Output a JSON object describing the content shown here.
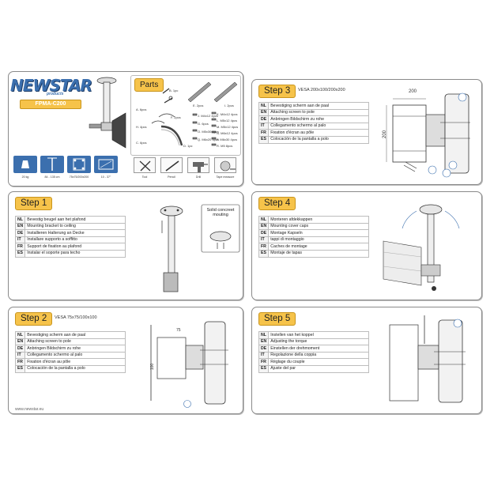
{
  "brand": {
    "name": "NEWSTAR",
    "tagline": "products",
    "model": "FPMA-C200",
    "website": "www.newstar.eu",
    "accent": "#f6c34a",
    "blue": "#3b6fae"
  },
  "specs": [
    {
      "icon": "weight-icon",
      "label": "20 kg"
    },
    {
      "icon": "height-range-icon",
      "label": "84 - 135 cm"
    },
    {
      "icon": "vesa-pattern-icon",
      "label": "75x75/200x200"
    },
    {
      "icon": "screen-size-icon",
      "label": "10 - 37\""
    }
  ],
  "tools": [
    {
      "icon": "tape-icon",
      "label": "Tool"
    },
    {
      "icon": "pencil-icon",
      "label": "Pencil"
    },
    {
      "icon": "drill-icon",
      "label": "Drill"
    },
    {
      "icon": "tape-measure-icon",
      "label": "Tape measure"
    }
  ],
  "parts": {
    "title": "Parts",
    "items": [
      {
        "id": "A",
        "label": "A. 6pcs"
      },
      {
        "id": "B",
        "label": "B. 1pc"
      },
      {
        "id": "C",
        "label": "C. 6pcs"
      },
      {
        "id": "D",
        "label": "D. 1pc"
      },
      {
        "id": "E",
        "label": "E. 2pcs"
      },
      {
        "id": "F",
        "label": "F. 2pcs"
      },
      {
        "id": "G",
        "label": "G. 6pcs"
      },
      {
        "id": "H",
        "label": "H. 4pcs"
      },
      {
        "id": "I",
        "label": "I. 2pcs"
      },
      {
        "id": "J",
        "label": "J. M4x12 4pcs"
      },
      {
        "id": "K",
        "label": "K. M4x12 4pcs"
      },
      {
        "id": "L",
        "label": "L. M5x12 4pcs"
      },
      {
        "id": "M",
        "label": "M. M5x12 4pcs"
      },
      {
        "id": "N",
        "label": "N. M6x12 4pcs"
      },
      {
        "id": "O",
        "label": "O. M5x30 4pcs"
      },
      {
        "id": "P",
        "label": "P. M6x30 4pcs"
      },
      {
        "id": "Q",
        "label": "Q. M6x20 4pcs"
      },
      {
        "id": "R",
        "label": "R. M5 8pcs"
      }
    ]
  },
  "step1": {
    "title": "Step 1",
    "callout": "Solid concreet mouting",
    "rows": [
      {
        "code": "NL",
        "text": "Bevestig beugel aan het plafond"
      },
      {
        "code": "EN",
        "text": "Mounting bracket to ceiling"
      },
      {
        "code": "DE",
        "text": "Installieren Halterung an Decke"
      },
      {
        "code": "IT",
        "text": "Installare supporto a soffitto"
      },
      {
        "code": "FR",
        "text": "Support de fixation au plafond"
      },
      {
        "code": "ES",
        "text": "Instalar el soporte para techo"
      }
    ]
  },
  "step2": {
    "title": "Step 2",
    "vesa": "VESA 75x75/100x100",
    "dims": [
      "75",
      "100"
    ],
    "rows": [
      {
        "code": "NL",
        "text": "Bevestiging scherm aan de paal"
      },
      {
        "code": "EN",
        "text": "Attaching screen to pole"
      },
      {
        "code": "DE",
        "text": "Anbringen Bildschirm zu rohe"
      },
      {
        "code": "IT",
        "text": "Collegamento schermo al palo"
      },
      {
        "code": "FR",
        "text": "Fixation d'écran au pôle"
      },
      {
        "code": "ES",
        "text": "Colocación de la pantalla a polo"
      }
    ]
  },
  "step3": {
    "title": "Step 3",
    "vesa": "VESA 200x100/200x200",
    "dims": [
      "200",
      "200"
    ],
    "rows": [
      {
        "code": "NL",
        "text": "Bevestiging scherm aan de paal"
      },
      {
        "code": "EN",
        "text": "Attaching screen to pole"
      },
      {
        "code": "DE",
        "text": "Anbringen Bildschirm zu rohe"
      },
      {
        "code": "IT",
        "text": "Collegamento schermo al palo"
      },
      {
        "code": "FR",
        "text": "Fixation d'écran au pôle"
      },
      {
        "code": "ES",
        "text": "Colocación de la pantalla a polo"
      }
    ]
  },
  "step4": {
    "title": "Step 4",
    "rows": [
      {
        "code": "NL",
        "text": "Monteren afdekkappen"
      },
      {
        "code": "EN",
        "text": "Mounting cover caps"
      },
      {
        "code": "DE",
        "text": "Montage Kapseln"
      },
      {
        "code": "IT",
        "text": "tappi di montaggio"
      },
      {
        "code": "FR",
        "text": "Caches de montage"
      },
      {
        "code": "ES",
        "text": "Montaje de tapas"
      }
    ]
  },
  "step5": {
    "title": "Step 5",
    "rows": [
      {
        "code": "NL",
        "text": "Instellen van het koppel"
      },
      {
        "code": "EN",
        "text": "Adjusting the torque"
      },
      {
        "code": "DE",
        "text": "Einstellen der drehmoment"
      },
      {
        "code": "IT",
        "text": "Regolazione della coppia"
      },
      {
        "code": "FR",
        "text": "Réglage du couple"
      },
      {
        "code": "ES",
        "text": "Ajuste del par"
      }
    ]
  }
}
